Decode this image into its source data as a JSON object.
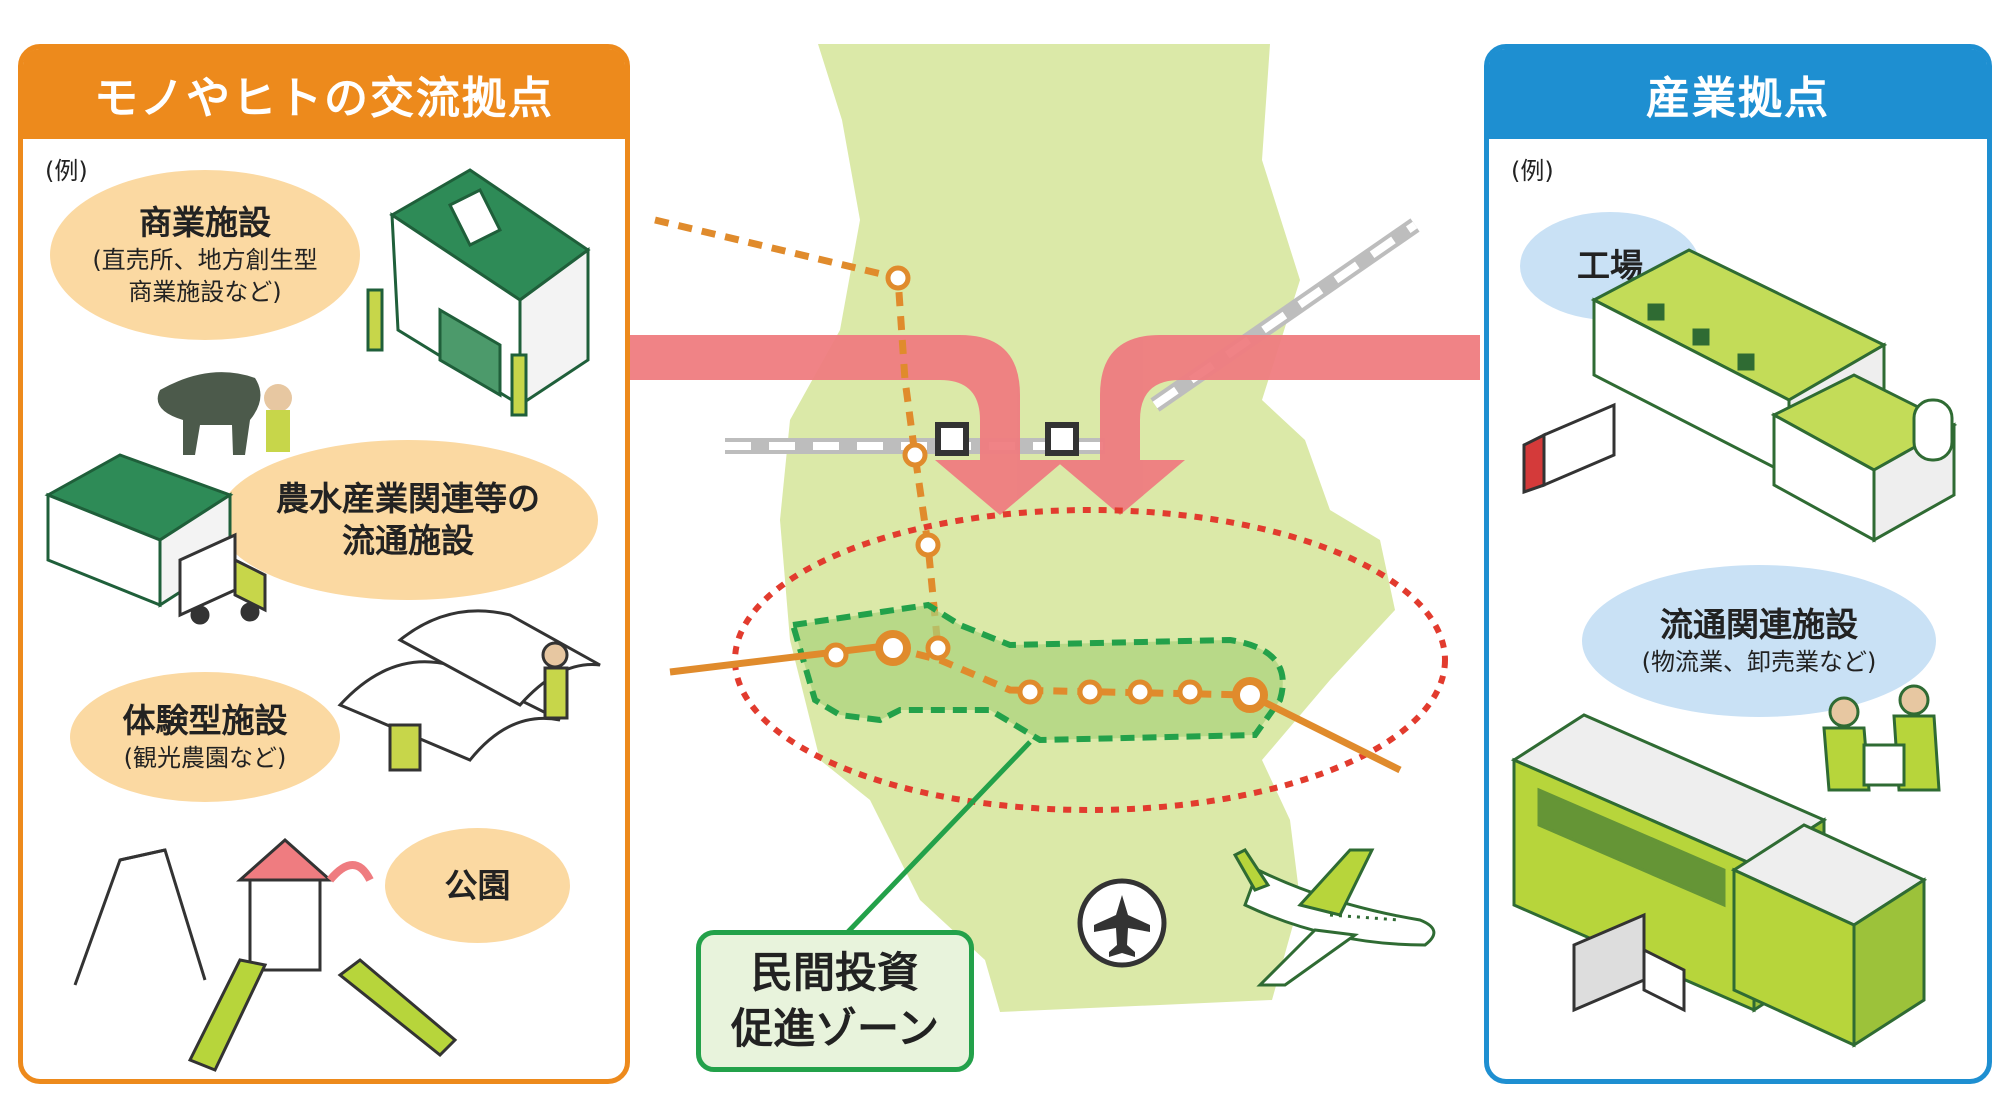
{
  "left_panel": {
    "title": "モノやヒトの交流拠点",
    "example_label": "(例)",
    "bubbles": [
      {
        "main": "商業施設",
        "sub": [
          "(直売所、地方創生型",
          "商業施設など)"
        ]
      },
      {
        "main": [
          "農水産業関連等の",
          "流通施設"
        ]
      },
      {
        "main": "体験型施設",
        "sub": [
          "(観光農園など)"
        ]
      },
      {
        "main": "公園"
      }
    ]
  },
  "right_panel": {
    "title": "産業拠点",
    "example_label": "(例)",
    "bubbles": [
      {
        "main": "工場"
      },
      {
        "main": "流通関連施設",
        "sub": [
          "(物流業、卸売業など)"
        ]
      }
    ]
  },
  "zone_label": [
    "民間投資",
    "促進ゾーン"
  ],
  "colors": {
    "orange": "#ed8a1c",
    "blue": "#1e8fd1",
    "green": "#23a14a",
    "map_land": "#dbe9a8",
    "arrow": "#ef7c80",
    "red_dotted": "#e23b2e"
  },
  "icons": [
    "airport-icon",
    "airplane-icon",
    "shop-icon",
    "cow-icon",
    "warehouse-icon",
    "truck-icon",
    "greenhouse-icon",
    "playground-icon",
    "factory-icon",
    "train-icon",
    "worker-icon"
  ]
}
